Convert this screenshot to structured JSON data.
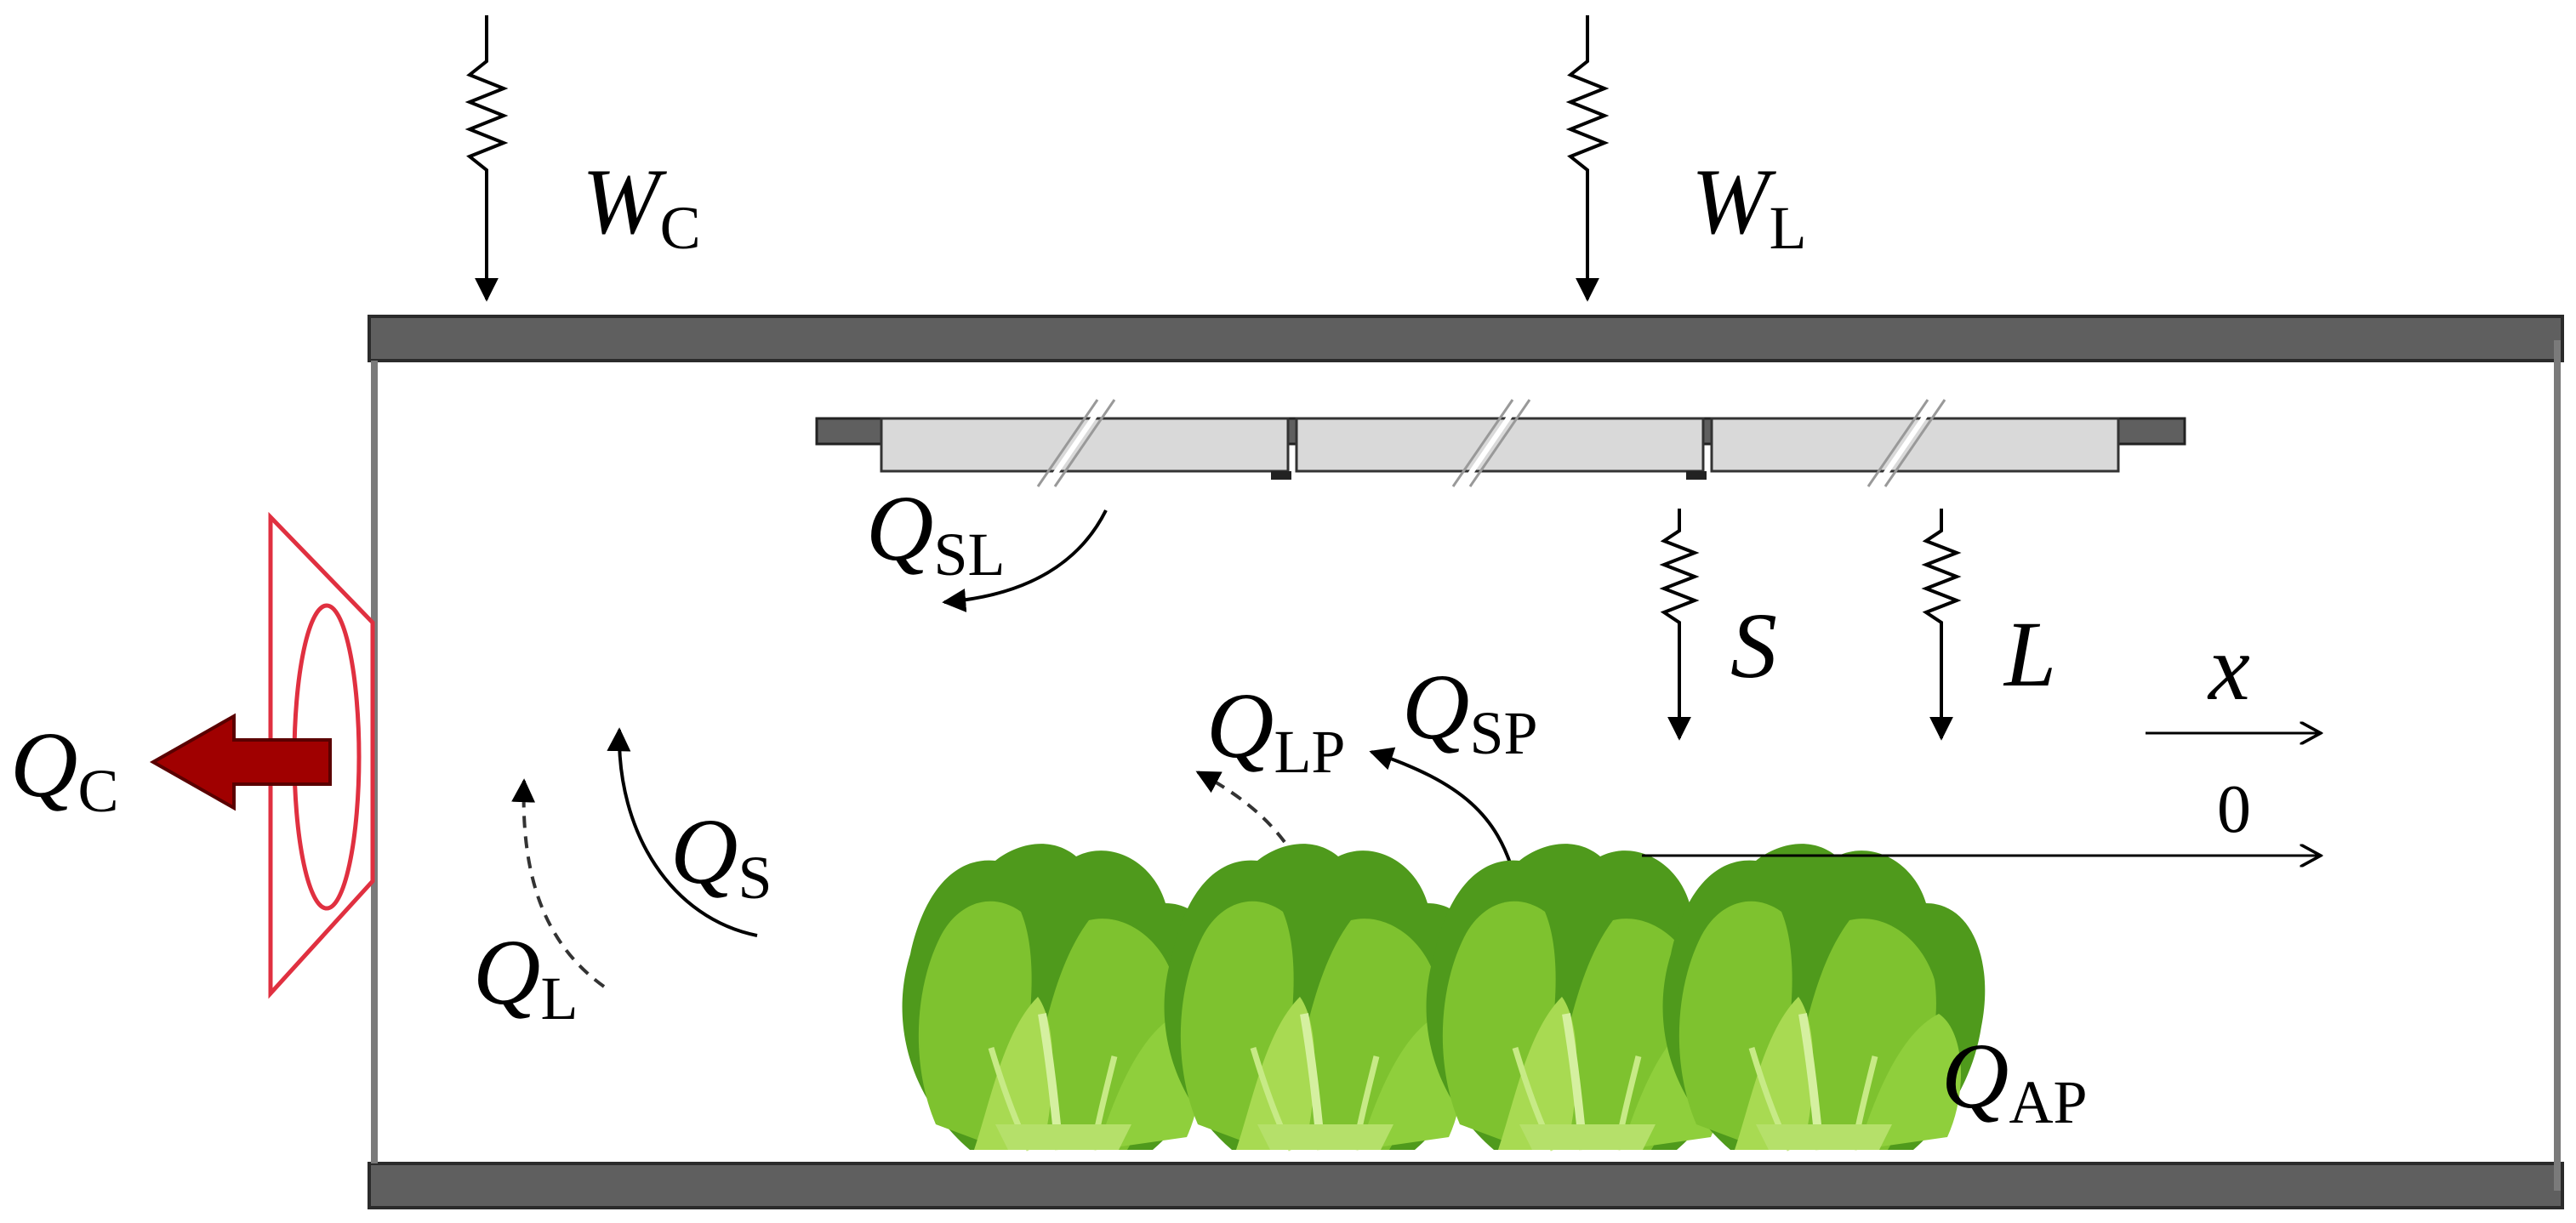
{
  "labels": {
    "W_C": {
      "main": "W",
      "sub": "C"
    },
    "W_L": {
      "main": "W",
      "sub": "L"
    },
    "Q_SL": {
      "main": "Q",
      "sub": "SL"
    },
    "Q_C": {
      "main": "Q",
      "sub": "C"
    },
    "Q_S": {
      "main": "Q",
      "sub": "S"
    },
    "Q_L": {
      "main": "Q",
      "sub": "L"
    },
    "Q_LP": {
      "main": "Q",
      "sub": "LP"
    },
    "Q_SP": {
      "main": "Q",
      "sub": "SP"
    },
    "Q_AP": {
      "main": "Q",
      "sub": "AP"
    },
    "S": {
      "main": "S"
    },
    "L": {
      "main": "L"
    },
    "x": {
      "main": "x"
    },
    "zero": {
      "main": "0"
    }
  },
  "colors": {
    "wall": "#5f5f5f",
    "lamp": "#d9d9d9",
    "fan": "#e03040",
    "outflow_arrow": "#a00000",
    "lettuce_dark": "#4f9a1c",
    "lettuce_mid": "#7ec22f",
    "lettuce_light": "#b5e06a"
  }
}
